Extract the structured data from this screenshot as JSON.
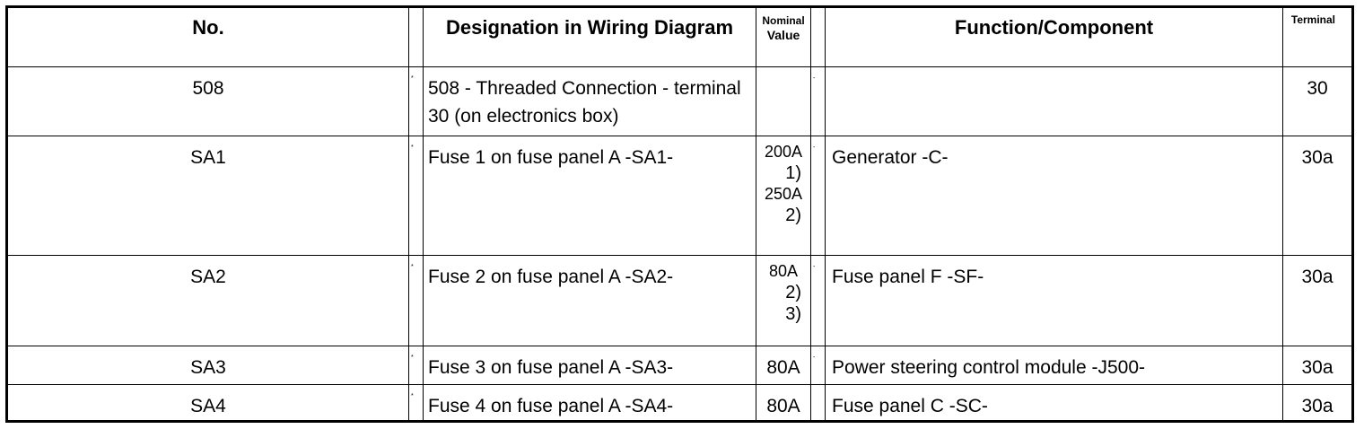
{
  "headers": {
    "no": "No.",
    "designation": "Designation in Wiring Diagram",
    "nominal_top": "Nominal",
    "nominal_bottom": "Value",
    "function": "Function/Component",
    "terminal": "Terminal"
  },
  "rows": [
    {
      "no": "508",
      "mark1": "*",
      "designation": "508 - Threaded Connection - terminal 30 (on electronics box)",
      "values": [],
      "mark2": "-",
      "function": "",
      "terminal": "30"
    },
    {
      "no": "SA1",
      "mark1": "*",
      "designation": "Fuse 1 on fuse panel A -SA1-",
      "values": [
        "200A",
        "1)",
        "250A",
        "2)"
      ],
      "mark2": "-",
      "function": "Generator -C-",
      "terminal": "30a"
    },
    {
      "no": "SA2",
      "mark1": "*",
      "designation": "Fuse 2 on fuse panel A -SA2-",
      "values": [
        "80A",
        "2)",
        "3)"
      ],
      "mark2": "-",
      "function": "Fuse panel F -SF-",
      "terminal": "30a"
    },
    {
      "no": "SA3",
      "mark1": "*",
      "designation": "Fuse 3 on fuse panel A -SA3-",
      "values": [
        "80A"
      ],
      "mark2": "-",
      "function": "Power steering control module -J500-",
      "terminal": "30a"
    },
    {
      "no": "SA4",
      "mark1": "*",
      "designation": "Fuse 4 on fuse panel A -SA4-",
      "values": [
        "80A"
      ],
      "mark2": "",
      "function": "Fuse panel C -SC-",
      "terminal": "30a"
    }
  ]
}
